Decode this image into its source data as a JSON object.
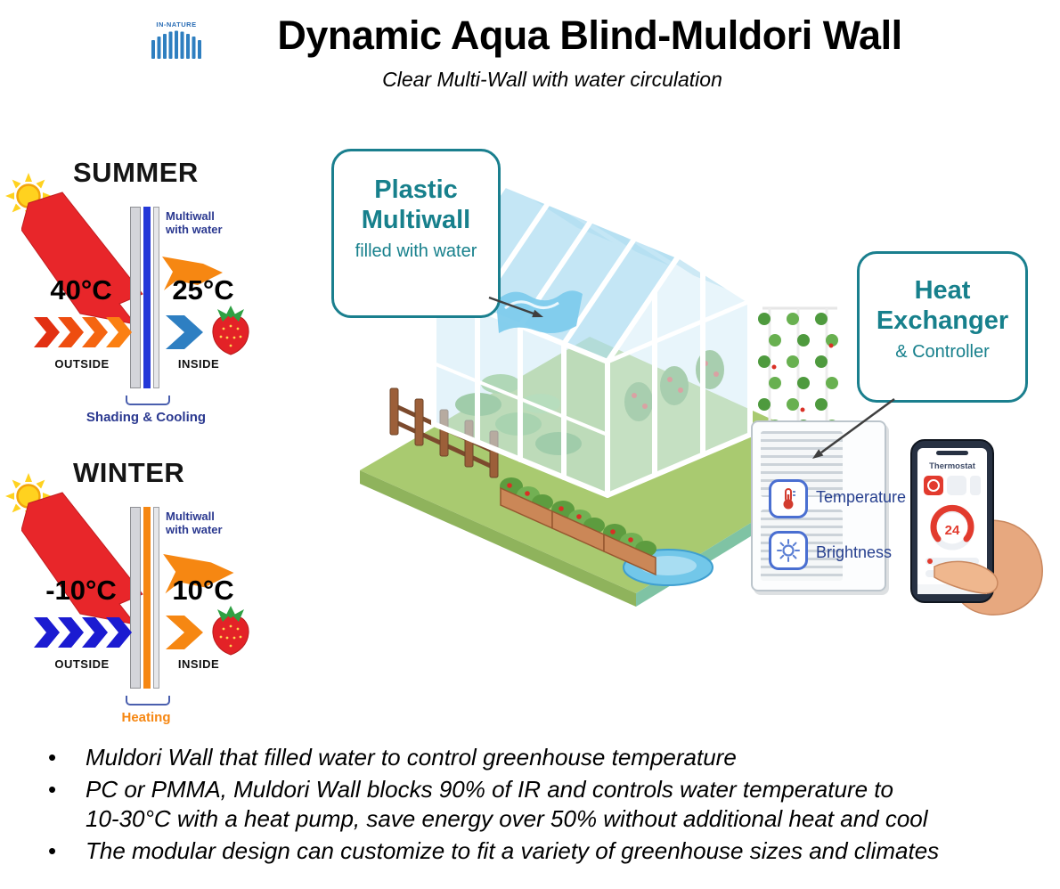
{
  "header": {
    "logo_text": "IN-NATURE",
    "title": "Dynamic Aqua Blind-Muldori Wall",
    "subtitle": "Clear Multi-Wall with water circulation"
  },
  "summer": {
    "heading": "SUMMER",
    "wall_label": "Multiwall with water",
    "outside_temp": "40°C",
    "inside_temp": "25°C",
    "outside_label": "OUTSIDE",
    "inside_label": "INSIDE",
    "caption": "Shading & Cooling"
  },
  "winter": {
    "heading": "WINTER",
    "wall_label": "Multiwall with water",
    "outside_temp": "-10°C",
    "inside_temp": "10°C",
    "outside_label": "OUTSIDE",
    "inside_label": "INSIDE",
    "caption": "Heating"
  },
  "callouts": {
    "multiwall": {
      "title_line1": "Plastic",
      "title_line2": "Multiwall",
      "subtitle": "filled with water"
    },
    "heat_exchanger": {
      "title_line1": "Heat",
      "title_line2": "Exchanger",
      "subtitle": "& Controller"
    }
  },
  "controller": {
    "temperature_label": "Temperature",
    "brightness_label": "Brightness"
  },
  "phone": {
    "app_title": "Thermostat",
    "temperature_reading": "24"
  },
  "bullets": [
    {
      "lines": [
        "Muldori Wall that filled water to control greenhouse temperature"
      ]
    },
    {
      "lines": [
        "PC or PMMA, Muldori Wall blocks 90% of IR and controls water temperature to",
        "10-30°C with a heat pump, save energy over 50% without additional heat and cool"
      ]
    },
    {
      "lines": [
        "The modular design can customize to fit a variety of greenhouse sizes and climates"
      ]
    }
  ],
  "colors": {
    "accent_teal": "#17808C",
    "label_blue": "#2B3990",
    "heating_orange": "#F68712",
    "hot_red": "#E8262A",
    "cold_blue": "#1B1BD1"
  }
}
